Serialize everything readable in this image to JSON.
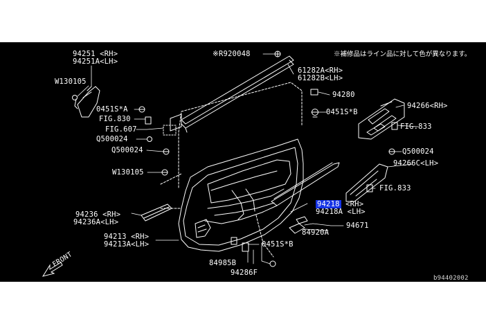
{
  "note_jp": "※補修品はライン品に対して色が異なります。",
  "front_label": "FRONT",
  "ref_code": "b94402002",
  "labels": {
    "p94251_rh": "94251 <RH>",
    "p94251_lh": "94251A<LH>",
    "w130105_top": "W130105",
    "p0451s_a": "0451S*A",
    "fig830": "FIG.830",
    "fig607": "FIG.607",
    "q500024_a": "Q500024",
    "q500024_b": "Q500024",
    "w130105_mid": "W130105",
    "p94236_rh": "94236 <RH>",
    "p94236_lh": "94236A<LH>",
    "p94213_rh": "94213 <RH>",
    "p94213_lh": "94213A<LH>",
    "r920048": "※R920048",
    "p61282_rh": "61282A<RH>",
    "p61282_lh": "61282B<LH>",
    "p94280": "94280",
    "p0451s_b_top": "0451S*B",
    "p94266_rh": "94266<RH>",
    "fig833_top": "FIG.833",
    "q500024_c": "Q500024",
    "p94266c_lh": "94266C<LH>",
    "fig833_bot": "FIG.833",
    "p94218_num": "94218",
    "p94218_rh": " <RH>",
    "p94218_lh": "94218A <LH>",
    "p94671": "94671",
    "p84920a": "84920A",
    "p0451s_b_bot": "0451S*B",
    "p84985b": "84985B",
    "p94286f": "94286F"
  }
}
